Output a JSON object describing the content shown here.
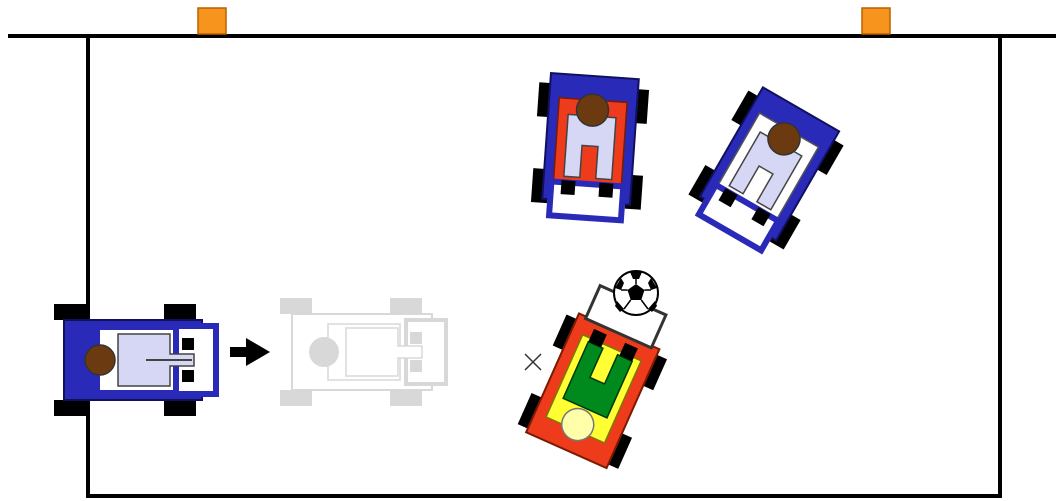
{
  "scene": {
    "field": {
      "line_color": "#000000",
      "background": "#ffffff",
      "goal_color": "#f7941d"
    },
    "players": [
      {
        "id": "attacker",
        "role": "active",
        "team": "blue",
        "seat": "#ee3b1c",
        "heading": "right",
        "marker": "arrow"
      },
      {
        "id": "attacker-ghost",
        "role": "projected-position",
        "team": "blue",
        "faded": true
      },
      {
        "id": "blue-player-2",
        "team": "blue",
        "seat": "#ee3b1c",
        "heading": "down"
      },
      {
        "id": "blue-player-3",
        "team": "blue",
        "seat": "#ffffff",
        "heading": "down-left"
      },
      {
        "id": "opponent",
        "team": "red",
        "seat": "#ffff33",
        "shirt": "#008a1e",
        "heading": "up-right",
        "marker": "x"
      }
    ],
    "ball": {
      "type": "soccer-ball"
    },
    "colors": {
      "blue_frame": "#2424b4",
      "red_frame": "#ee3b1c",
      "wheel": "#000000",
      "head_dark": "#6b3a10",
      "head_light": "#ffffaa",
      "body_light": "#d6d6f5"
    },
    "icons": [
      "arrow-right-icon",
      "x-mark-icon",
      "soccer-ball-icon"
    ]
  }
}
